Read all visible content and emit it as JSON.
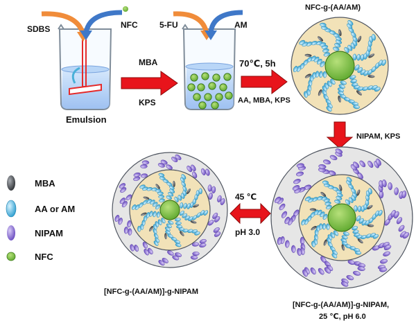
{
  "labels": {
    "sdbs": "SDBS",
    "nfc_top": "NFC",
    "emulsion": "Emulsion",
    "fu": "5-FU",
    "am": "AM",
    "mba": "MBA",
    "kps": "KPS",
    "cond": "70℃, 5h",
    "reagents": "AA, MBA, KPS",
    "nfc_graft": "NFC-g-(AA/AM)",
    "nipam_kps": "NIPAM, KPS",
    "temp": "45 ℃",
    "ph": "pH 3.0",
    "left_title": "[NFC-g-(AA/AM)]-g-NIPAM",
    "right_title_1": "[NFC-g-(AA/AM)]-g-NIPAM,",
    "right_title_2": "25 ℃, pH 6.0"
  },
  "legend": [
    {
      "label": "MBA",
      "icon": "mba-icon"
    },
    {
      "label": "AA or AM",
      "icon": "aa-am-icon"
    },
    {
      "label": "NIPAM",
      "icon": "nipam-icon"
    },
    {
      "label": "NFC",
      "icon": "nfc-icon"
    }
  ],
  "colors": {
    "red_arrow": "#e8141b",
    "orange_arrow": "#f08c3a",
    "blue_arrow": "#3f78c8",
    "nfc_green": "#7cc33f",
    "aa_cyan": "#6cc3e8",
    "nipam_purple": "#8a6cc8",
    "mba_gray": "#55595e",
    "core_tan": "#f0dfb4",
    "shell_gray": "#e6e6e6"
  }
}
